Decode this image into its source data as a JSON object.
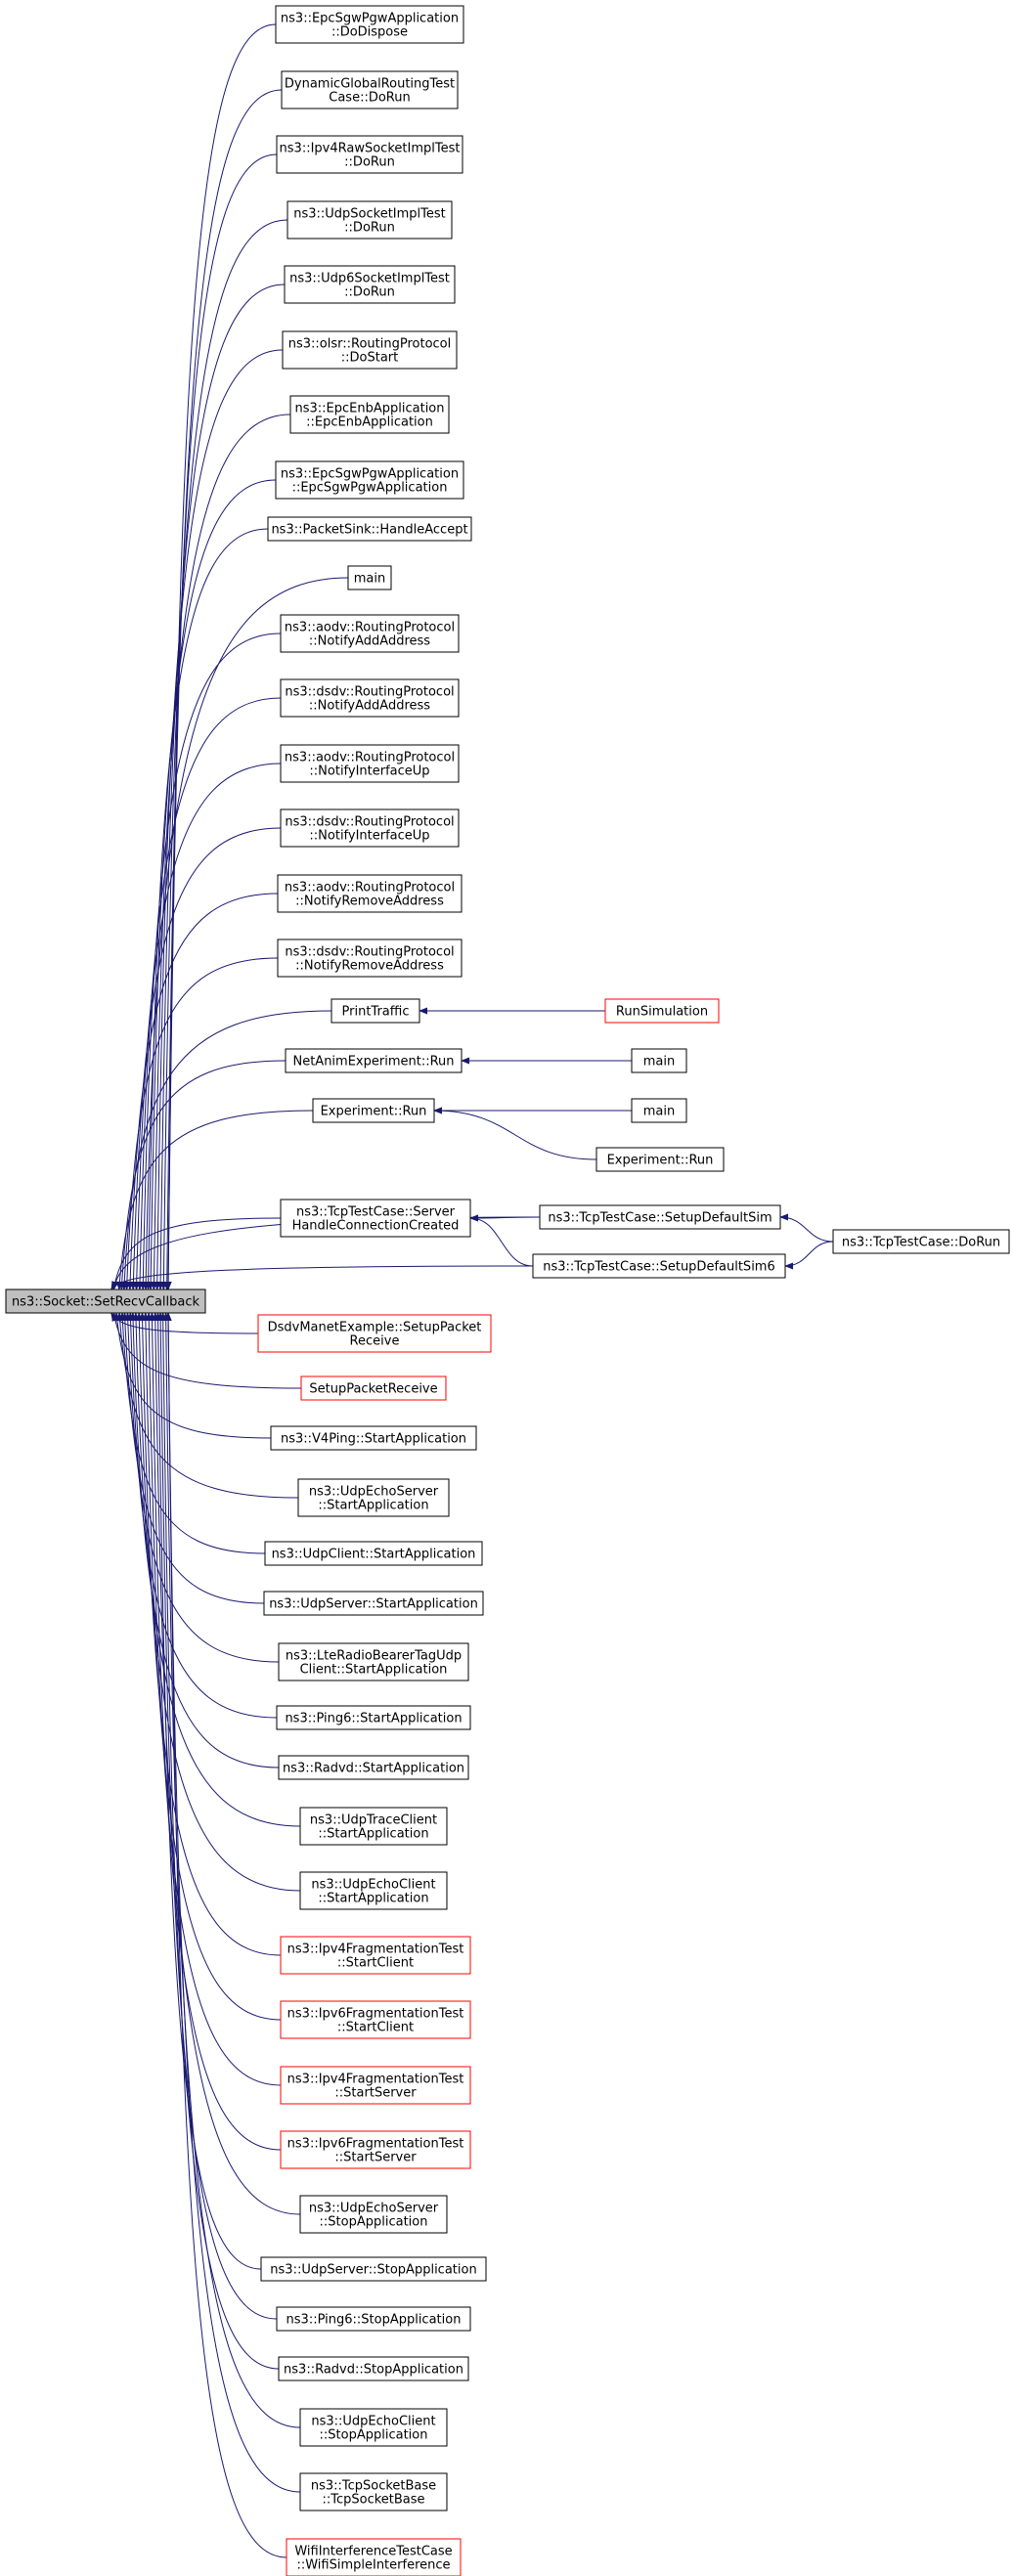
{
  "diagram": {
    "root": {
      "id": "root",
      "lines": [
        "ns3::Socket::SetRecvCallback"
      ],
      "border": "black",
      "fill": "#bfbfbf"
    },
    "callers": [
      {
        "id": "c1",
        "lines": [
          "ns3::EpcSgwPgwApplication",
          "::DoDispose"
        ],
        "border": "black"
      },
      {
        "id": "c2",
        "lines": [
          "DynamicGlobalRoutingTest",
          "Case::DoRun"
        ],
        "border": "black"
      },
      {
        "id": "c3",
        "lines": [
          "ns3::Ipv4RawSocketImplTest",
          "::DoRun"
        ],
        "border": "black"
      },
      {
        "id": "c4",
        "lines": [
          "ns3::UdpSocketImplTest",
          "::DoRun"
        ],
        "border": "black"
      },
      {
        "id": "c5",
        "lines": [
          "ns3::Udp6SocketImplTest",
          "::DoRun"
        ],
        "border": "black"
      },
      {
        "id": "c6",
        "lines": [
          "ns3::olsr::RoutingProtocol",
          "::DoStart"
        ],
        "border": "black"
      },
      {
        "id": "c7",
        "lines": [
          "ns3::EpcEnbApplication",
          "::EpcEnbApplication"
        ],
        "border": "black"
      },
      {
        "id": "c8",
        "lines": [
          "ns3::EpcSgwPgwApplication",
          "::EpcSgwPgwApplication"
        ],
        "border": "black"
      },
      {
        "id": "c9",
        "lines": [
          "ns3::PacketSink::HandleAccept"
        ],
        "border": "black"
      },
      {
        "id": "c10",
        "lines": [
          "main"
        ],
        "border": "black"
      },
      {
        "id": "c11",
        "lines": [
          "ns3::aodv::RoutingProtocol",
          "::NotifyAddAddress"
        ],
        "border": "black"
      },
      {
        "id": "c12",
        "lines": [
          "ns3::dsdv::RoutingProtocol",
          "::NotifyAddAddress"
        ],
        "border": "black"
      },
      {
        "id": "c13",
        "lines": [
          "ns3::aodv::RoutingProtocol",
          "::NotifyInterfaceUp"
        ],
        "border": "black"
      },
      {
        "id": "c14",
        "lines": [
          "ns3::dsdv::RoutingProtocol",
          "::NotifyInterfaceUp"
        ],
        "border": "black"
      },
      {
        "id": "c15",
        "lines": [
          "ns3::aodv::RoutingProtocol",
          "::NotifyRemoveAddress"
        ],
        "border": "black"
      },
      {
        "id": "c16",
        "lines": [
          "ns3::dsdv::RoutingProtocol",
          "::NotifyRemoveAddress"
        ],
        "border": "black"
      },
      {
        "id": "c17",
        "lines": [
          "PrintTraffic"
        ],
        "border": "black"
      },
      {
        "id": "c18",
        "lines": [
          "NetAnimExperiment::Run"
        ],
        "border": "black"
      },
      {
        "id": "c19",
        "lines": [
          "Experiment::Run"
        ],
        "border": "black"
      },
      {
        "id": "c20",
        "lines": [
          "ns3::TcpTestCase::Server",
          "HandleConnectionCreated"
        ],
        "border": "black"
      },
      {
        "id": "c21",
        "lines": [
          "DsdvManetExample::SetupPacket",
          "Receive"
        ],
        "border": "red"
      },
      {
        "id": "c22",
        "lines": [
          "SetupPacketReceive"
        ],
        "border": "red"
      },
      {
        "id": "c23",
        "lines": [
          "ns3::V4Ping::StartApplication"
        ],
        "border": "black"
      },
      {
        "id": "c24",
        "lines": [
          "ns3::UdpEchoServer",
          "::StartApplication"
        ],
        "border": "black"
      },
      {
        "id": "c25",
        "lines": [
          "ns3::UdpClient::StartApplication"
        ],
        "border": "black"
      },
      {
        "id": "c26",
        "lines": [
          "ns3::UdpServer::StartApplication"
        ],
        "border": "black"
      },
      {
        "id": "c27",
        "lines": [
          "ns3::LteRadioBearerTagUdp",
          "Client::StartApplication"
        ],
        "border": "black"
      },
      {
        "id": "c28",
        "lines": [
          "ns3::Ping6::StartApplication"
        ],
        "border": "black"
      },
      {
        "id": "c29",
        "lines": [
          "ns3::Radvd::StartApplication"
        ],
        "border": "black"
      },
      {
        "id": "c30",
        "lines": [
          "ns3::UdpTraceClient",
          "::StartApplication"
        ],
        "border": "black"
      },
      {
        "id": "c31",
        "lines": [
          "ns3::UdpEchoClient",
          "::StartApplication"
        ],
        "border": "black"
      },
      {
        "id": "c32",
        "lines": [
          "ns3::Ipv4FragmentationTest",
          "::StartClient"
        ],
        "border": "red"
      },
      {
        "id": "c33",
        "lines": [
          "ns3::Ipv6FragmentationTest",
          "::StartClient"
        ],
        "border": "red"
      },
      {
        "id": "c34",
        "lines": [
          "ns3::Ipv4FragmentationTest",
          "::StartServer"
        ],
        "border": "red"
      },
      {
        "id": "c35",
        "lines": [
          "ns3::Ipv6FragmentationTest",
          "::StartServer"
        ],
        "border": "red"
      },
      {
        "id": "c36",
        "lines": [
          "ns3::UdpEchoServer",
          "::StopApplication"
        ],
        "border": "black"
      },
      {
        "id": "c37",
        "lines": [
          "ns3::UdpServer::StopApplication"
        ],
        "border": "black"
      },
      {
        "id": "c38",
        "lines": [
          "ns3::Ping6::StopApplication"
        ],
        "border": "black"
      },
      {
        "id": "c39",
        "lines": [
          "ns3::Radvd::StopApplication"
        ],
        "border": "black"
      },
      {
        "id": "c40",
        "lines": [
          "ns3::UdpEchoClient",
          "::StopApplication"
        ],
        "border": "black"
      },
      {
        "id": "c41",
        "lines": [
          "ns3::TcpSocketBase",
          "::TcpSocketBase"
        ],
        "border": "black"
      },
      {
        "id": "c42",
        "lines": [
          "WifiInterferenceTestCase",
          "::WifiSimpleInterference"
        ],
        "border": "red"
      }
    ],
    "second_level": [
      {
        "id": "s1",
        "lines": [
          "RunSimulation"
        ],
        "border": "red"
      },
      {
        "id": "s2",
        "lines": [
          "main"
        ],
        "border": "black"
      },
      {
        "id": "s3",
        "lines": [
          "main"
        ],
        "border": "black"
      },
      {
        "id": "s4",
        "lines": [
          "Experiment::Run"
        ],
        "border": "black"
      },
      {
        "id": "s5",
        "lines": [
          "ns3::TcpTestCase::SetupDefaultSim"
        ],
        "border": "black"
      },
      {
        "id": "s6",
        "lines": [
          "ns3::TcpTestCase::SetupDefaultSim6"
        ],
        "border": "black"
      }
    ],
    "third_level": [
      {
        "id": "t1",
        "lines": [
          "ns3::TcpTestCase::DoRun"
        ],
        "border": "black"
      }
    ],
    "edges": [
      [
        "c1",
        "root"
      ],
      [
        "c2",
        "root"
      ],
      [
        "c3",
        "root"
      ],
      [
        "c4",
        "root"
      ],
      [
        "c5",
        "root"
      ],
      [
        "c6",
        "root"
      ],
      [
        "c7",
        "root"
      ],
      [
        "c8",
        "root"
      ],
      [
        "c9",
        "root"
      ],
      [
        "c10",
        "root"
      ],
      [
        "c11",
        "root"
      ],
      [
        "c12",
        "root"
      ],
      [
        "c13",
        "root"
      ],
      [
        "c14",
        "root"
      ],
      [
        "c15",
        "root"
      ],
      [
        "c16",
        "root"
      ],
      [
        "c17",
        "root"
      ],
      [
        "c18",
        "root"
      ],
      [
        "c19",
        "root"
      ],
      [
        "c20",
        "root"
      ],
      [
        "c21",
        "root"
      ],
      [
        "c22",
        "root"
      ],
      [
        "c23",
        "root"
      ],
      [
        "c24",
        "root"
      ],
      [
        "c25",
        "root"
      ],
      [
        "c26",
        "root"
      ],
      [
        "c27",
        "root"
      ],
      [
        "c28",
        "root"
      ],
      [
        "c29",
        "root"
      ],
      [
        "c30",
        "root"
      ],
      [
        "c31",
        "root"
      ],
      [
        "c32",
        "root"
      ],
      [
        "c33",
        "root"
      ],
      [
        "c34",
        "root"
      ],
      [
        "c35",
        "root"
      ],
      [
        "c36",
        "root"
      ],
      [
        "c37",
        "root"
      ],
      [
        "c38",
        "root"
      ],
      [
        "c39",
        "root"
      ],
      [
        "c40",
        "root"
      ],
      [
        "c41",
        "root"
      ],
      [
        "c42",
        "root"
      ],
      [
        "s5",
        "root"
      ],
      [
        "s6",
        "root"
      ],
      [
        "s1",
        "c17"
      ],
      [
        "s2",
        "c18"
      ],
      [
        "s3",
        "c19"
      ],
      [
        "s4",
        "c19"
      ],
      [
        "s5",
        "c20"
      ],
      [
        "s6",
        "c20"
      ],
      [
        "t1",
        "s5"
      ],
      [
        "t1",
        "s6"
      ]
    ]
  }
}
